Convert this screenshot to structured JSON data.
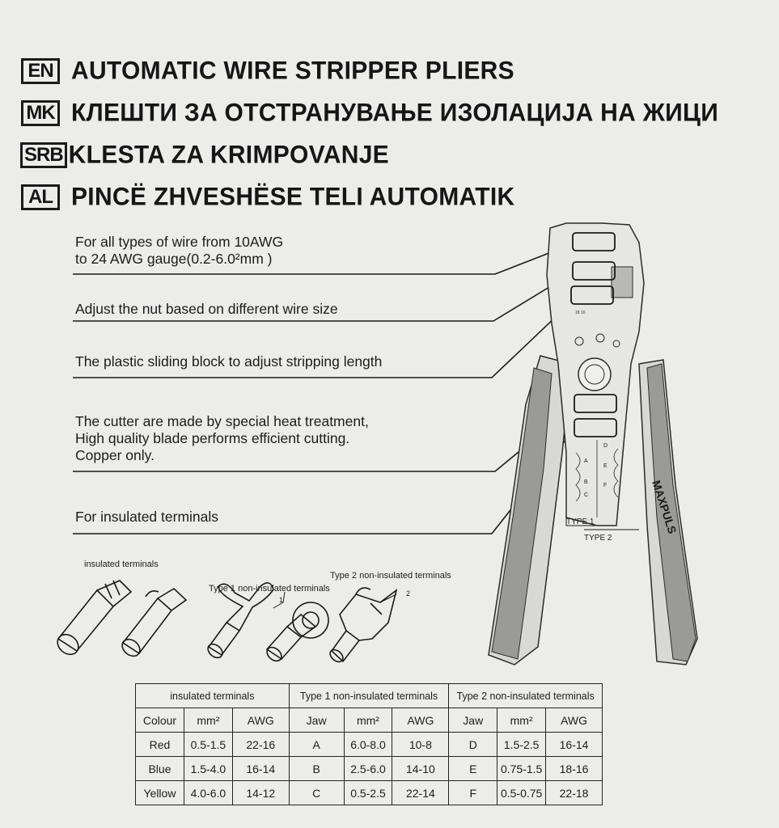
{
  "titles": [
    {
      "lang": "EN",
      "text": "AUTOMATIC WIRE STRIPPER PLIERS"
    },
    {
      "lang": "MK",
      "text": "КЛЕШТИ ЗА ОТСТРАНУВАЊЕ ИЗОЛАЦИЈА НА ЖИЦИ"
    },
    {
      "lang": "SRB",
      "text": "KLESTA ZA KRIMPOVANJE"
    },
    {
      "lang": "AL",
      "text": "PINCË ZHVESHËSE TELI AUTOMATIK"
    }
  ],
  "callouts": {
    "wire_range_line1": "For all types of wire from 10AWG",
    "wire_range_line2": "to 24 AWG gauge(0.2-6.0²mm )",
    "adjust_nut": "Adjust the nut based on different wire size",
    "sliding_block": "The plastic sliding block to adjust stripping length",
    "cutter_line1": "The cutter are made by special heat treatment,",
    "cutter_line2": "High quality blade performs efficient cutting.",
    "cutter_line3": "Copper only.",
    "insulated_terminals": "For insulated terminals"
  },
  "tool": {
    "brand": "MAXPULS",
    "type1": "TYPE 1",
    "type2": "TYPE 2",
    "jaw_left": [
      "A",
      "B",
      "C"
    ],
    "jaw_right": [
      "D",
      "E",
      "F"
    ],
    "gauge_marks": "18 16"
  },
  "terminal_labels": {
    "insulated": "insulated terminals",
    "type1": "Type 1 non-insulated terminals",
    "type2": "Type 2 non-insulated terminals",
    "marker1": "1",
    "marker2": "2"
  },
  "table": {
    "groups": [
      "insulated terminals",
      "Type 1 non-insulated terminals",
      "Type 2 non-insulated terminals"
    ],
    "columns": [
      "Colour",
      "mm²",
      "AWG",
      "Jaw",
      "mm²",
      "AWG",
      "Jaw",
      "mm²",
      "AWG"
    ],
    "rows": [
      [
        "Red",
        "0.5-1.5",
        "22-16",
        "A",
        "6.0-8.0",
        "10-8",
        "D",
        "1.5-2.5",
        "16-14"
      ],
      [
        "Blue",
        "1.5-4.0",
        "16-14",
        "B",
        "2.5-6.0",
        "14-10",
        "E",
        "0.75-1.5",
        "18-16"
      ],
      [
        "Yellow",
        "4.0-6.0",
        "14-12",
        "C",
        "0.5-2.5",
        "22-14",
        "F",
        "0.5-0.75",
        "22-18"
      ]
    ]
  },
  "colors": {
    "background": "#ecedeb",
    "ink": "#161616",
    "handle_grip": "#9a9a98",
    "handle_body": "#d8d8d6"
  }
}
